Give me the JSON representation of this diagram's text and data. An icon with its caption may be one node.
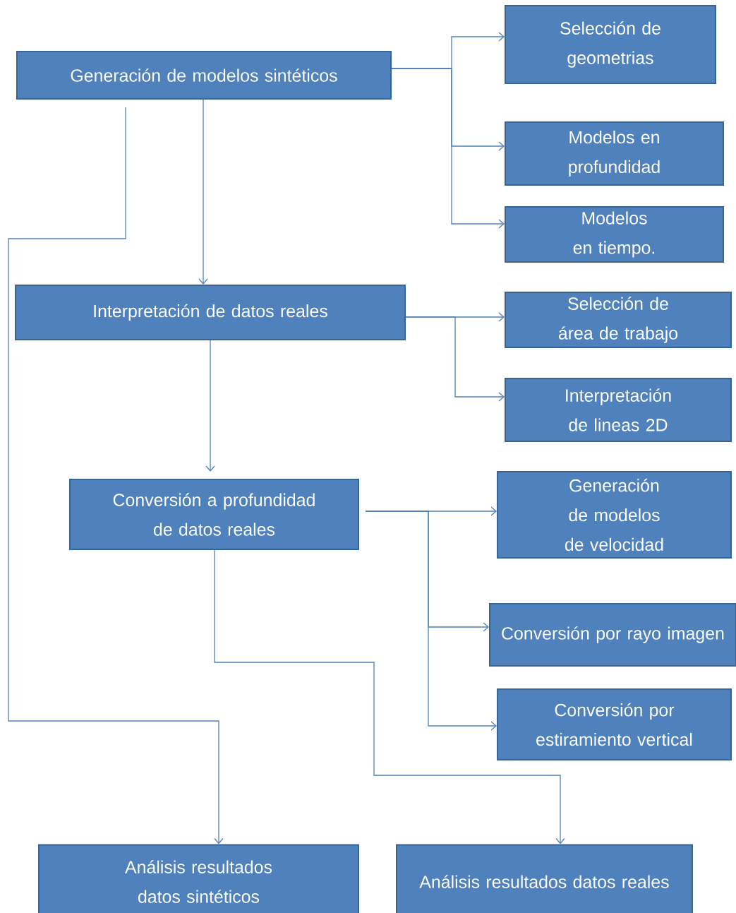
{
  "diagram": {
    "nodes": [
      {
        "text": [
          "Generación de modelos sintéticos"
        ]
      },
      {
        "text": [
          "Selección de geometrias"
        ]
      },
      {
        "text": [
          "Modelos en profundidad"
        ]
      },
      {
        "text": [
          "Modelos en tiempo."
        ]
      },
      {
        "text": [
          "Interpretación de datos reales"
        ]
      },
      {
        "text": [
          "Selección de área de trabajo"
        ]
      },
      {
        "text": [
          "Interpretación de lineas 2D"
        ]
      },
      {
        "text": [
          "Conversión a profundidad de datos reales"
        ]
      },
      {
        "text": [
          "Generación de modelos de velocidad"
        ]
      },
      {
        "text": [
          "Conversión por rayo imagen"
        ]
      },
      {
        "text": [
          "Conversión por estiramiento vertical"
        ]
      },
      {
        "text": [
          "Análisis resultados datos sintéticos"
        ]
      },
      {
        "text": [
          "Análisis resultados datos reales"
        ]
      }
    ],
    "edges": [
      {
        "from": 0,
        "to": 1,
        "arrow": "to"
      },
      {
        "from": 0,
        "to": 2,
        "arrow": "to"
      },
      {
        "from": 0,
        "to": 3,
        "arrow": "to"
      },
      {
        "from": 0,
        "to": 4,
        "arrow": "to"
      },
      {
        "from": 0,
        "to": 11,
        "arrow": "to"
      },
      {
        "from": 4,
        "to": 5,
        "arrow": "to"
      },
      {
        "from": 4,
        "to": 6,
        "arrow": "to"
      },
      {
        "from": 4,
        "to": 7,
        "arrow": "to"
      },
      {
        "from": 7,
        "to": 8,
        "arrow": "to"
      },
      {
        "from": 7,
        "to": 9,
        "arrow": "to"
      },
      {
        "from": 7,
        "to": 10,
        "arrow": "to"
      },
      {
        "from": 7,
        "to": 12,
        "arrow": "to"
      }
    ]
  }
}
